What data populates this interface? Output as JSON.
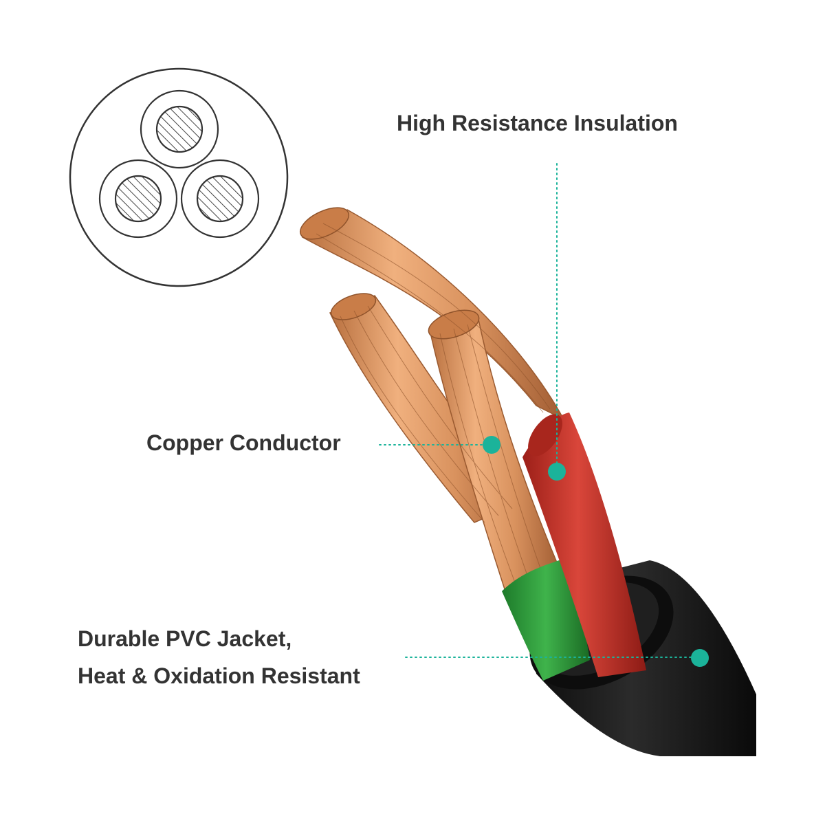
{
  "labels": {
    "insulation": "High Resistance Insulation",
    "conductor": "Copper Conductor",
    "jacket_line1": "Durable PVC Jacket,",
    "jacket_line2": "Heat & Oxidation Resistant"
  },
  "icons": {
    "cross_section": "three-core-cable-cross-section-icon",
    "callout_marker": "teal-dot-marker"
  },
  "colors": {
    "background": "#ffffff",
    "text": "#333333",
    "accent": "#1bb39a",
    "copper": "#d9925e",
    "copper_dark": "#a8643a",
    "insulation_red": "#c7352a",
    "insulation_green": "#2f9a3b",
    "jacket_black": "#151515"
  }
}
